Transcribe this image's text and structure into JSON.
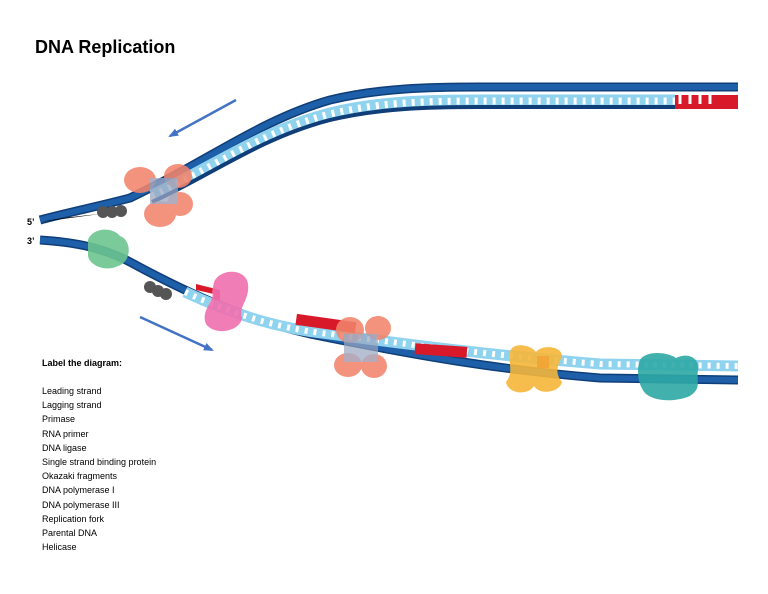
{
  "title": "DNA Replication",
  "strand_ends": {
    "five_prime": "5’",
    "three_prime": "3’"
  },
  "label_panel": {
    "heading": "Label the diagram:",
    "terms": [
      "Leading strand",
      "Lagging strand",
      "Primase",
      "RNA primer",
      "DNA ligase",
      "Single strand binding protein",
      "Okazaki fragments",
      "DNA polymerase I",
      "DNA polymerase III",
      "Replication fork",
      "Parental DNA",
      "Helicase"
    ]
  },
  "colors": {
    "backbone": "#1d5fa8",
    "backbone_outline": "#0f3e78",
    "new_strand": "#8fd3ef",
    "rna_primer": "#d7192a",
    "arrow": "#4472c4",
    "polymerase_iii": "#f2846c",
    "helicase": "#6cc48f",
    "primase": "#ef6fae",
    "ssb_protein": "#555555",
    "dna_polymerase_i": "#f5b63a",
    "dna_ligase": "#2ea8a5"
  }
}
